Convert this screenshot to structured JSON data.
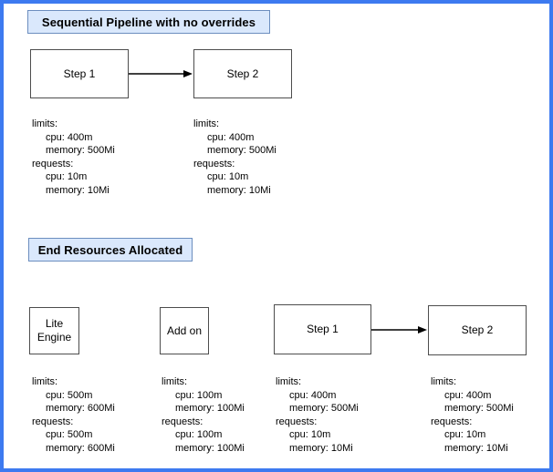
{
  "canvas": {
    "outer_border_color": "#3D7AF0",
    "background_color": "#FFFFFF",
    "title_fill_color": "#DAE8FC",
    "title_border_color": "#6C8EBF",
    "node_fill_color": "#FFFFFF",
    "node_border_color": "#4D4D4D",
    "arrow_color": "#000000"
  },
  "section1": {
    "title": "Sequential Pipeline with no overrides",
    "step1": {
      "label": "Step 1"
    },
    "step2": {
      "label": "Step 2"
    },
    "step1_resources": {
      "lines": [
        "limits:",
        "cpu: 400m",
        "memory: 500Mi",
        "requests:",
        "cpu: 10m",
        "memory: 10Mi"
      ]
    },
    "step2_resources": {
      "lines": [
        "limits:",
        "cpu: 400m",
        "memory: 500Mi",
        "requests:",
        "cpu: 10m",
        "memory: 10Mi"
      ]
    }
  },
  "section2": {
    "title": "End Resources Allocated",
    "lite_engine": {
      "label": "Lite Engine"
    },
    "add_on": {
      "label": "Add on"
    },
    "step1": {
      "label": "Step 1"
    },
    "step2": {
      "label": "Step 2"
    },
    "lite_engine_resources": {
      "lines": [
        "limits:",
        "cpu: 500m",
        "memory: 600Mi",
        "requests:",
        "cpu: 500m",
        "memory: 600Mi"
      ]
    },
    "add_on_resources": {
      "lines": [
        "limits:",
        "cpu: 100m",
        "memory: 100Mi",
        "requests:",
        "cpu: 100m",
        "memory: 100Mi"
      ]
    },
    "step1_resources": {
      "lines": [
        "limits:",
        "cpu: 400m",
        "memory: 500Mi",
        "requests:",
        "cpu: 10m",
        "memory: 10Mi"
      ]
    },
    "step2_resources": {
      "lines": [
        "limits:",
        "cpu: 400m",
        "memory: 500Mi",
        "requests:",
        "cpu: 10m",
        "memory: 10Mi"
      ]
    }
  }
}
